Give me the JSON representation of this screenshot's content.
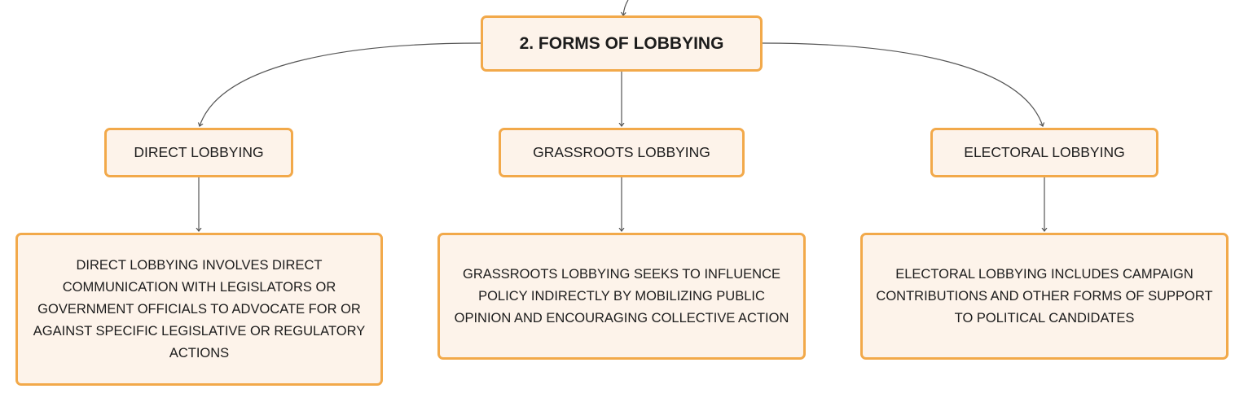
{
  "diagram": {
    "root": {
      "label": "2. FORMS OF LOBBYING"
    },
    "branches": [
      {
        "id": "direct",
        "label": "DIRECT LOBBYING",
        "description": "DIRECT LOBBYING INVOLVES DIRECT COMMUNICATION WITH LEGISLATORS OR GOVERNMENT OFFICIALS TO ADVOCATE FOR OR AGAINST SPECIFIC LEGISLATIVE OR REGULATORY ACTIONS"
      },
      {
        "id": "grassroots",
        "label": "GRASSROOTS LOBBYING",
        "description": "GRASSROOTS LOBBYING SEEKS TO INFLUENCE POLICY INDIRECTLY BY MOBILIZING PUBLIC OPINION AND ENCOURAGING COLLECTIVE ACTION"
      },
      {
        "id": "electoral",
        "label": "ELECTORAL LOBBYING",
        "description": "ELECTORAL LOBBYING INCLUDES CAMPAIGN CONTRIBUTIONS AND OTHER FORMS OF SUPPORT TO POLITICAL CANDIDATES"
      }
    ],
    "colors": {
      "node_border": "#f2a94a",
      "node_fill": "#fdf3ea",
      "connector": "#555555",
      "text": "#1c1c1c"
    }
  }
}
